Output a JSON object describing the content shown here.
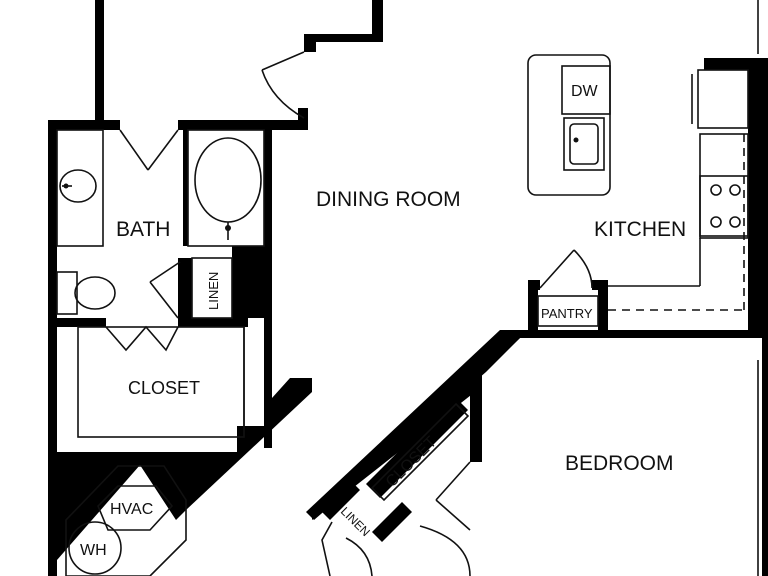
{
  "colors": {
    "wall": "#000000",
    "fixture": "#111111",
    "background": "#ffffff"
  },
  "rooms": {
    "dining_room": "DINING ROOM",
    "kitchen": "KITCHEN",
    "bath": "BATH",
    "closet_bath": "CLOSET",
    "bedroom": "BEDROOM",
    "closet_hall": "CLOSET",
    "pantry": "PANTRY",
    "linen_bath": "LINEN",
    "linen_hall": "LINEN"
  },
  "fixtures": {
    "dishwasher": "DW",
    "hvac": "HVAC",
    "water_heater": "WH"
  },
  "icons": [
    "sink-icon",
    "bathtub-icon",
    "toilet-icon",
    "stove-icon",
    "refrigerator-icon",
    "door-swing-icon"
  ]
}
